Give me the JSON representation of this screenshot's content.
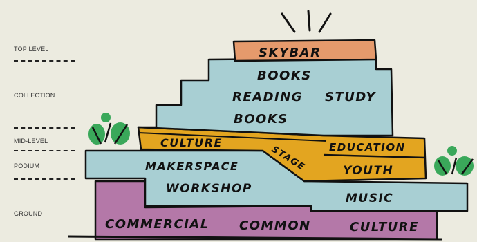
{
  "levels": {
    "top": "TOP LEVEL",
    "collection": "COLLECTION",
    "mid": "MID-LEVEL",
    "podium": "PODIUM",
    "ground": "GROUND"
  },
  "zones": {
    "skybar": "SKYBAR",
    "books_1": "BOOKS",
    "reading": "READING",
    "study": "STUDY",
    "books_2": "BOOKS",
    "culture_mid": "CULTURE",
    "stage": "STAGE",
    "education": "EDUCATION",
    "makerspace": "MAKERSPACE",
    "youth": "YOUTH",
    "workshop": "WORKSHOP",
    "music": "MUSIC",
    "commercial": "COMMERCIAL",
    "common": "COMMON",
    "culture_ground": "CULTURE"
  },
  "colors": {
    "background": "#ecebe0",
    "skybar": "#e59a6c",
    "collection": "#a8cfd3",
    "mid_level": "#e3a520",
    "podium": "#a8cfd3",
    "ground": "#b478a8",
    "trees": "#3aa85a",
    "outline": "#111111"
  }
}
